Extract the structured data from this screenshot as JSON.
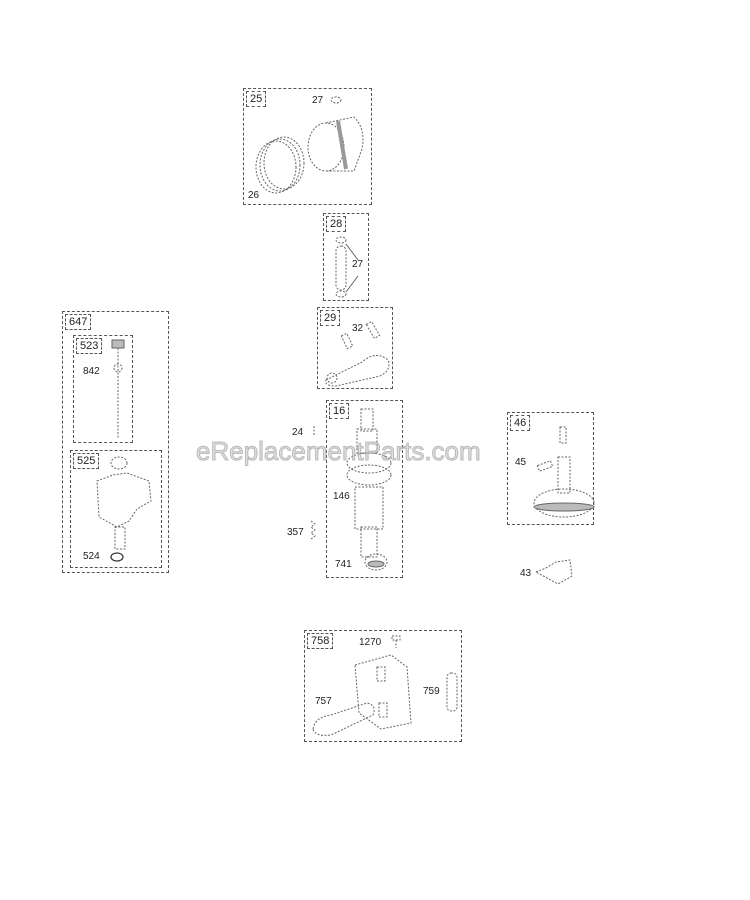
{
  "diagram": {
    "watermark": "eReplacementParts.com",
    "groups": [
      {
        "id": "25",
        "labels": [
          "27",
          "26"
        ]
      },
      {
        "id": "28",
        "labels": [
          "27"
        ]
      },
      {
        "id": "29",
        "labels": [
          "32"
        ]
      },
      {
        "id": "647",
        "subgroups": [
          {
            "id": "523",
            "labels": [
              "842"
            ]
          },
          {
            "id": "525",
            "labels": [
              "524"
            ]
          }
        ]
      },
      {
        "id": "16",
        "labels": [
          "146",
          "741"
        ]
      },
      {
        "id": "46",
        "labels": [
          "45"
        ]
      },
      {
        "id": "758",
        "labels": [
          "1270",
          "757",
          "759"
        ]
      }
    ],
    "loose_labels": [
      "24",
      "357",
      "43"
    ]
  }
}
